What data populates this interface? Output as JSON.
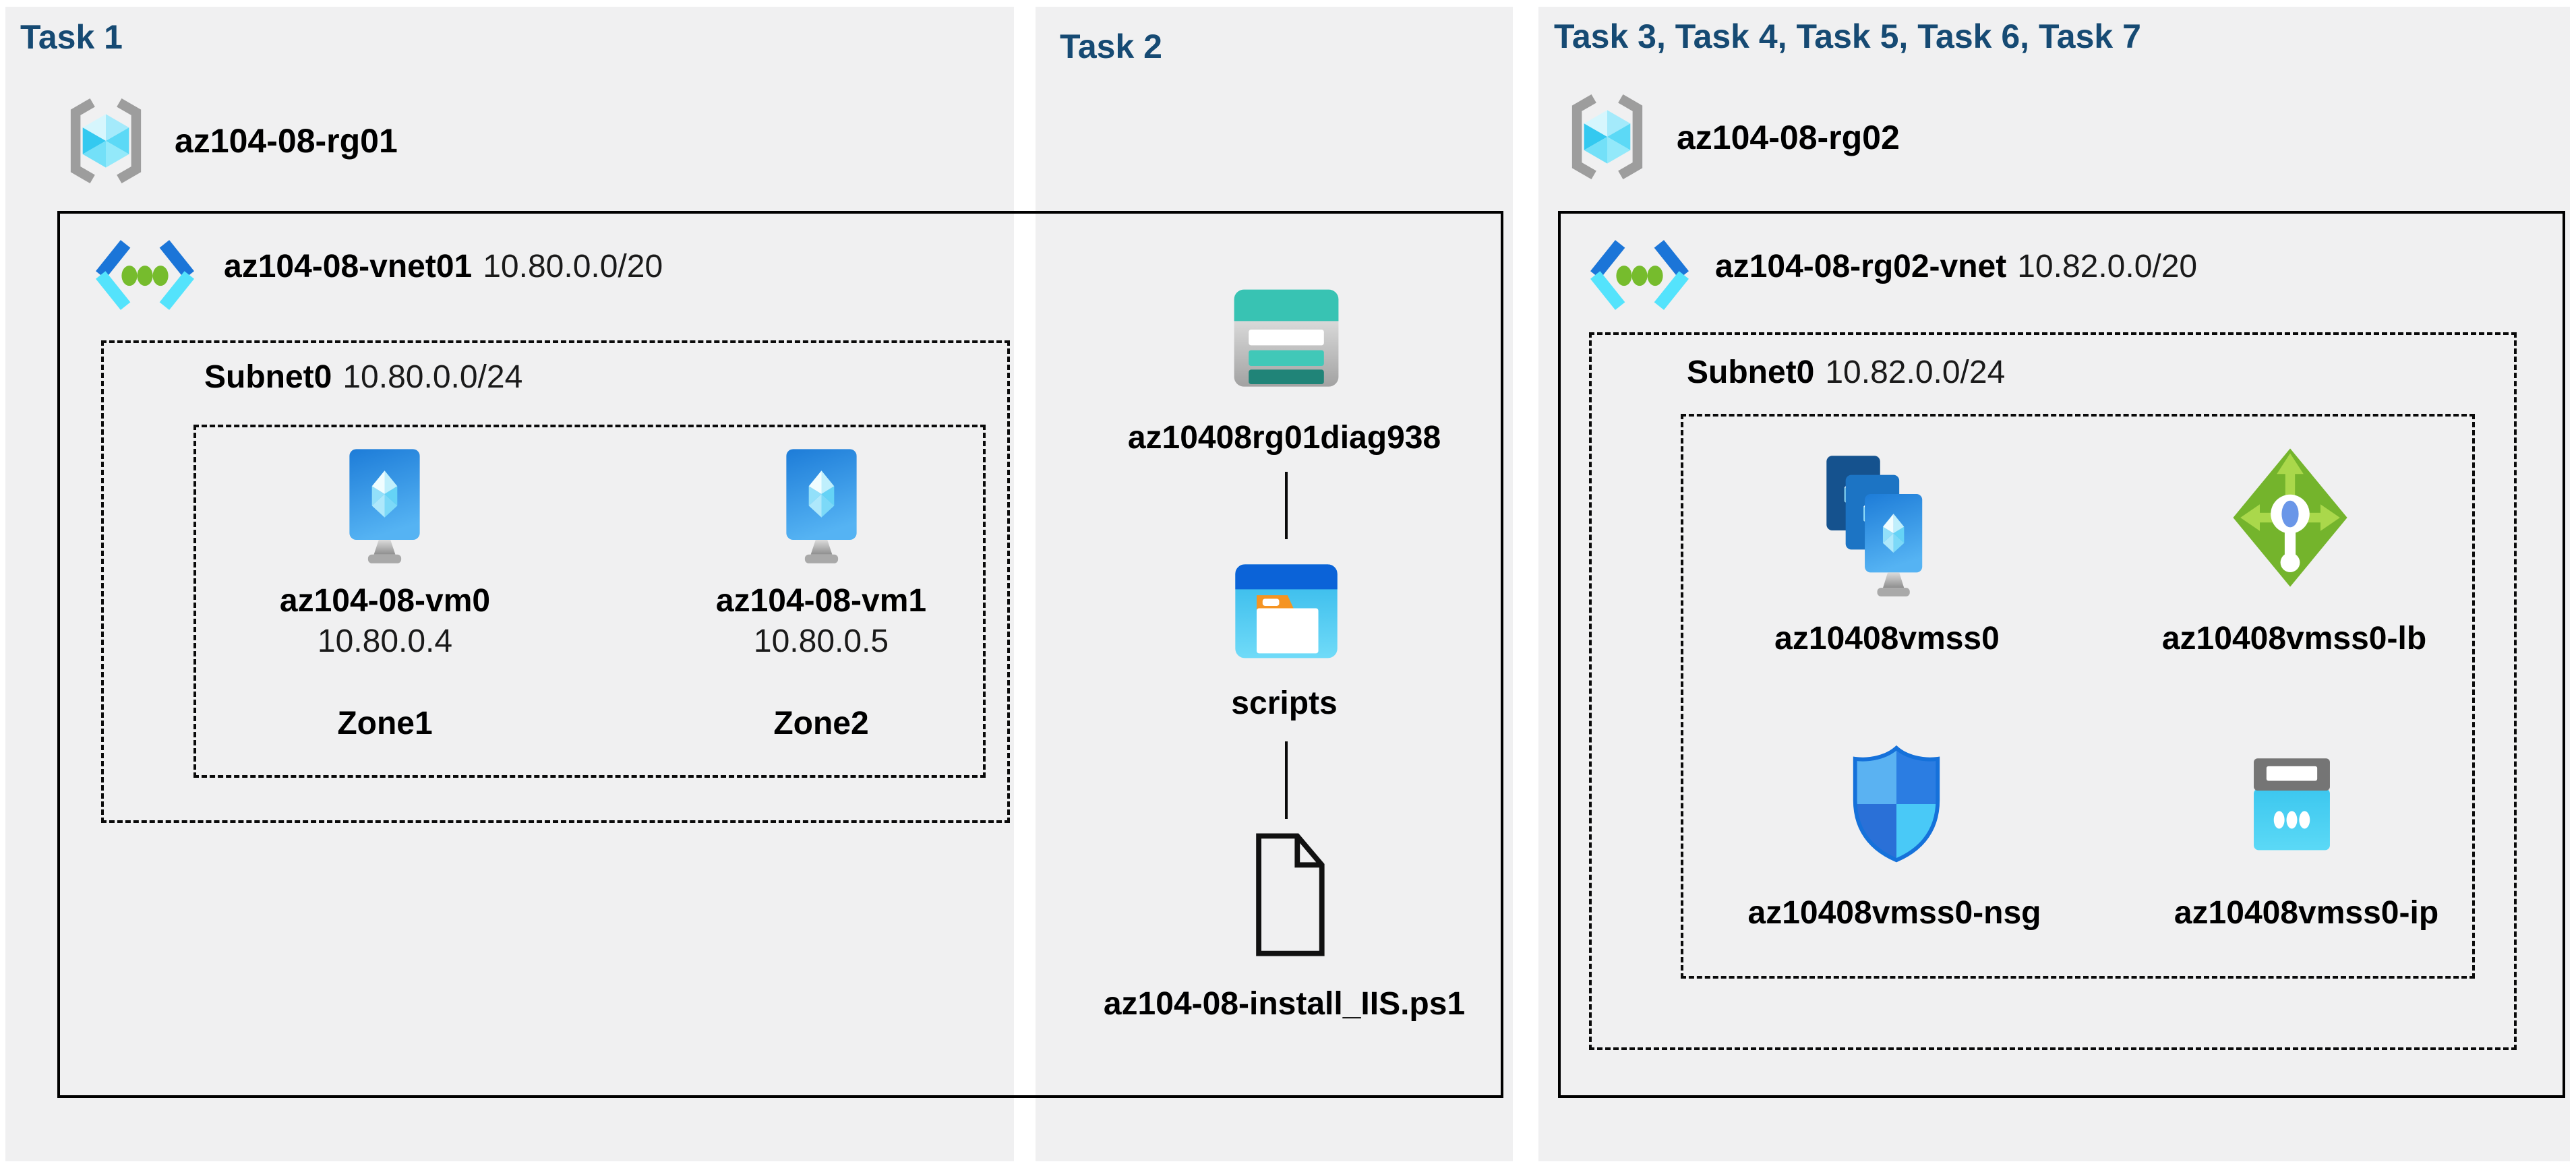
{
  "colors": {
    "page_background": "#ffffff",
    "panel_background": "#f0f0f1",
    "task_title_blue": "#164a73",
    "box_border": "#000000",
    "vm_blue": "#1d7cd8",
    "lb_green": "#74b42c",
    "storage_teal": "#38c3b3",
    "folder_blue": "#0b63d8",
    "ip_cyan": "#3cc7ef",
    "nsg_blue": "#2b7de2",
    "vnet_dot_green": "#76bc2d"
  },
  "panels": {
    "task1": {
      "title": "Task 1",
      "resource_group": {
        "name": "az104-08-rg01",
        "icon": "resource-group-icon"
      },
      "vnet": {
        "name": "az104-08-vnet01",
        "cidr": "10.80.0.0/20",
        "icon": "virtual-network-icon"
      },
      "subnet": {
        "name": "Subnet0",
        "cidr": "10.80.0.0/24"
      },
      "vms": [
        {
          "name": "az104-08-vm0",
          "ip": "10.80.0.4",
          "zone": "Zone1",
          "icon": "virtual-machine-icon"
        },
        {
          "name": "az104-08-vm1",
          "ip": "10.80.0.5",
          "zone": "Zone2",
          "icon": "virtual-machine-icon"
        }
      ]
    },
    "task2": {
      "title": "Task 2",
      "storage_account": {
        "name": "az10408rg01diag938",
        "icon": "storage-account-icon"
      },
      "container": {
        "name": "scripts",
        "icon": "file-share-folder-icon"
      },
      "script_file": {
        "name": "az104-08-install_IIS.ps1",
        "icon": "file-icon"
      }
    },
    "task3": {
      "title": "Task 3, Task 4, Task 5, Task 6, Task 7",
      "resource_group": {
        "name": "az104-08-rg02",
        "icon": "resource-group-icon"
      },
      "vnet": {
        "name": "az104-08-rg02-vnet",
        "cidr": "10.82.0.0/20",
        "icon": "virtual-network-icon"
      },
      "subnet": {
        "name": "Subnet0",
        "cidr": "10.82.0.0/24"
      },
      "resources": [
        {
          "name": "az10408vmss0",
          "icon": "vmss-icon"
        },
        {
          "name": "az10408vmss0-lb",
          "icon": "load-balancer-icon"
        },
        {
          "name": "az10408vmss0-nsg",
          "icon": "nsg-icon"
        },
        {
          "name": "az10408vmss0-ip",
          "icon": "public-ip-icon"
        }
      ]
    }
  }
}
